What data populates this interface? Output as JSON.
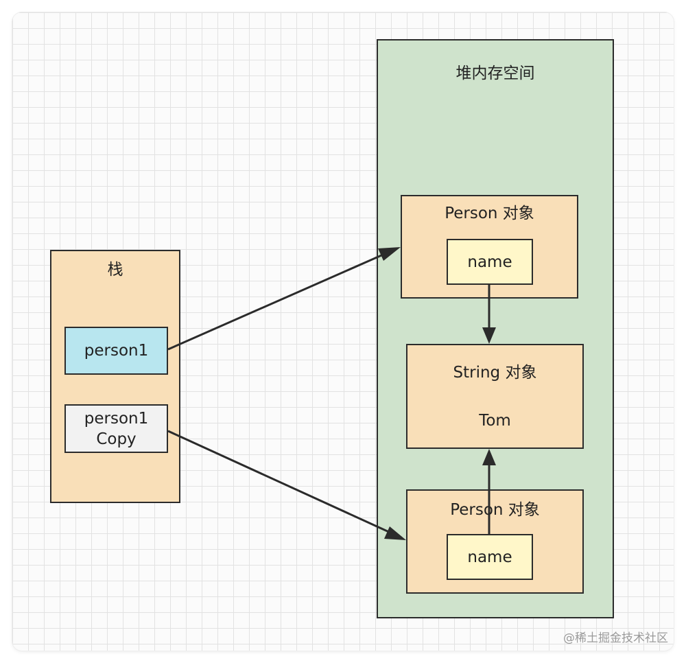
{
  "colors": {
    "heap_fill": "#cfe3cc",
    "object_fill": "#f9dfb8",
    "field_fill": "#fff7c9",
    "ref_fill": "#b8e6ef",
    "copy_fill": "#f2f2f2",
    "stroke": "#2b2b2b"
  },
  "heap": {
    "title": "堆内存空间",
    "person_obj_1": {
      "title": "Person 对象",
      "field": "name"
    },
    "string_obj": {
      "title": "String 对象",
      "value": "Tom"
    },
    "person_obj_2": {
      "title": "Person 对象",
      "field": "name"
    }
  },
  "stack": {
    "title": "栈",
    "ref1": "person1",
    "ref2_line1": "person1",
    "ref2_line2": "Copy"
  },
  "watermark": "@稀土掘金技术社区"
}
